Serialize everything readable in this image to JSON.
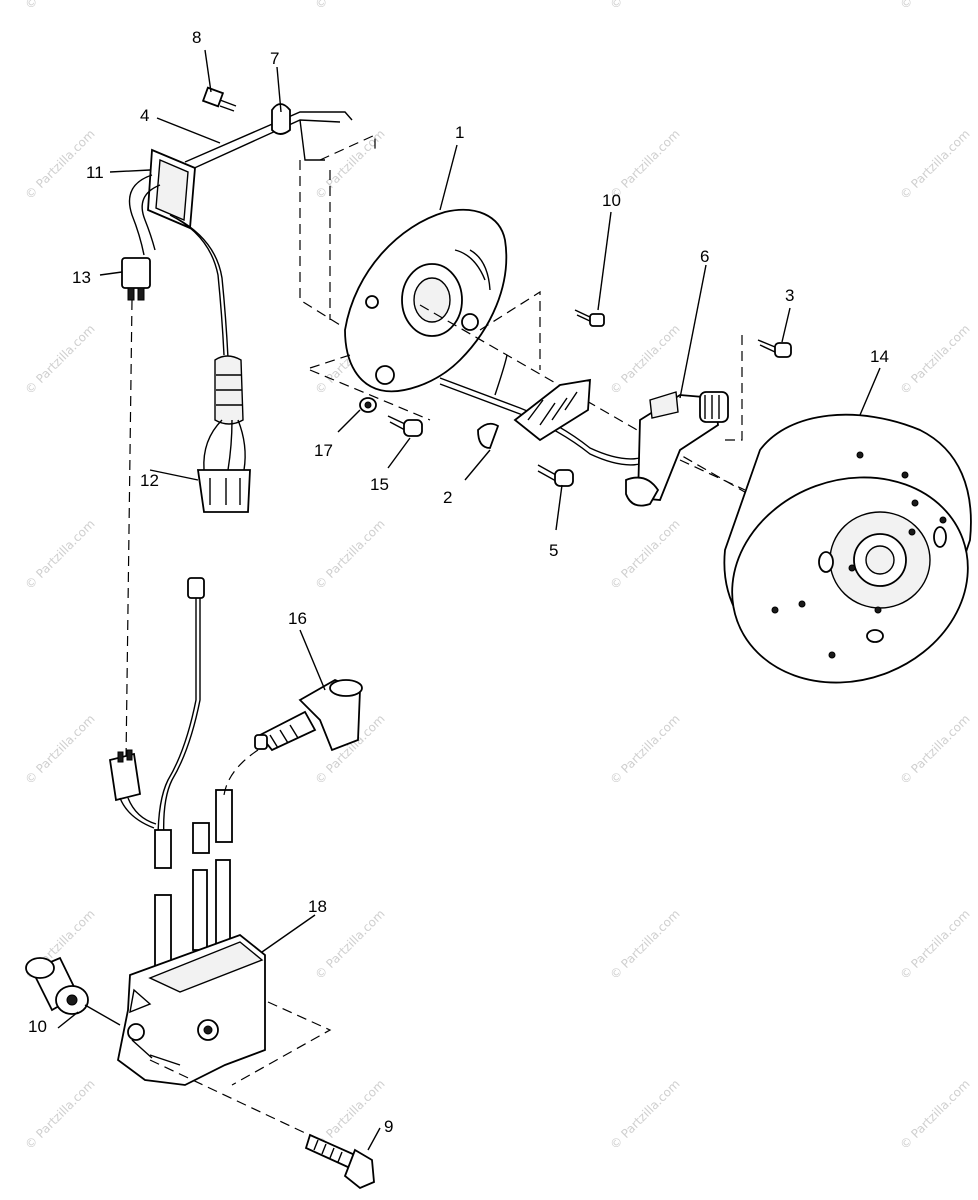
{
  "watermark": {
    "text": "© Partzilla.com"
  },
  "callouts": [
    {
      "id": "c1",
      "label": "1"
    },
    {
      "id": "c2",
      "label": "2"
    },
    {
      "id": "c3",
      "label": "3"
    },
    {
      "id": "c4",
      "label": "4"
    },
    {
      "id": "c5",
      "label": "5"
    },
    {
      "id": "c6",
      "label": "6"
    },
    {
      "id": "c7",
      "label": "7"
    },
    {
      "id": "c8",
      "label": "8"
    },
    {
      "id": "c9",
      "label": "9"
    },
    {
      "id": "c10a",
      "label": "10"
    },
    {
      "id": "c10b",
      "label": "10"
    },
    {
      "id": "c11",
      "label": "11"
    },
    {
      "id": "c12",
      "label": "12"
    },
    {
      "id": "c13",
      "label": "13"
    },
    {
      "id": "c14",
      "label": "14"
    },
    {
      "id": "c15",
      "label": "15"
    },
    {
      "id": "c16",
      "label": "16"
    },
    {
      "id": "c17",
      "label": "17"
    },
    {
      "id": "c18",
      "label": "18"
    }
  ]
}
